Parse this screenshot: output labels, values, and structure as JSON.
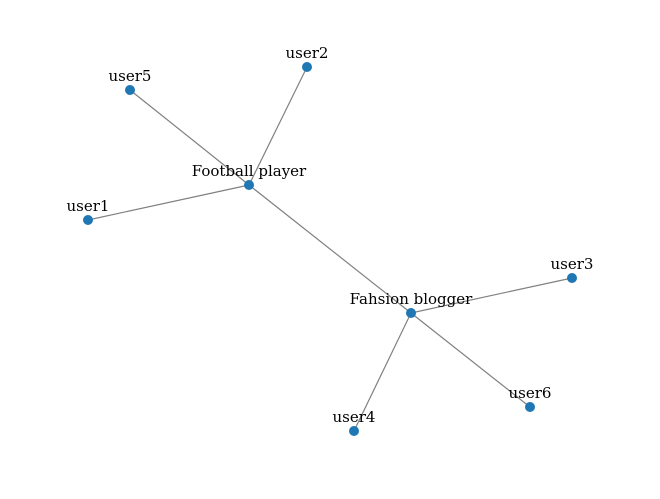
{
  "graph": {
    "node_color": "#1f77b4",
    "edge_color": "#808080",
    "nodes": [
      {
        "id": "football",
        "label": "Football player"
      },
      {
        "id": "fashion",
        "label": "Fahsion blogger"
      },
      {
        "id": "user1",
        "label": "user1"
      },
      {
        "id": "user2",
        "label": "user2"
      },
      {
        "id": "user3",
        "label": "user3"
      },
      {
        "id": "user4",
        "label": "user4"
      },
      {
        "id": "user5",
        "label": "user5"
      },
      {
        "id": "user6",
        "label": "user6"
      }
    ],
    "edges": [
      {
        "source": "football",
        "target": "user5"
      },
      {
        "source": "football",
        "target": "user2"
      },
      {
        "source": "football",
        "target": "user1"
      },
      {
        "source": "football",
        "target": "fashion"
      },
      {
        "source": "fashion",
        "target": "user3"
      },
      {
        "source": "fashion",
        "target": "user6"
      },
      {
        "source": "fashion",
        "target": "user4"
      }
    ]
  }
}
